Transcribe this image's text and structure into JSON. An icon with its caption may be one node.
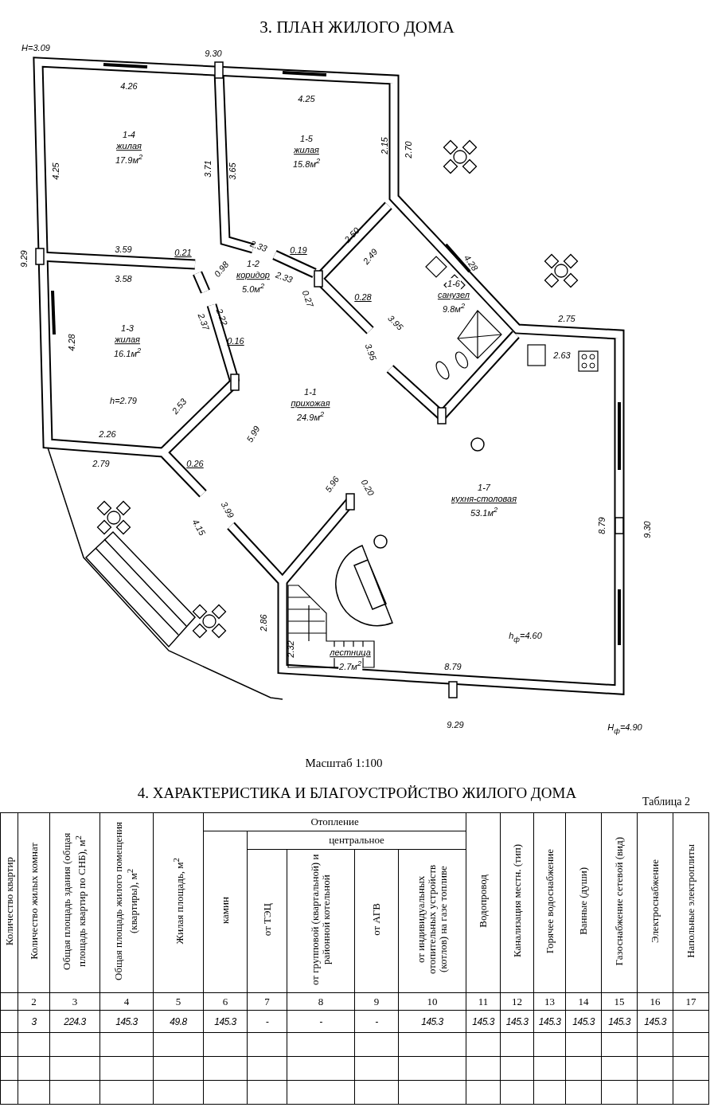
{
  "diagram": {
    "title": "3. ПЛАН ЖИЛОГО ДОМА",
    "nodes": [
      {
        "text": [
          "1-4",
          "жилая",
          "17.9м$^{2}$"
        ]
      },
      {
        "text": [
          "1-5",
          "жилая",
          "15.8м$^{2}$"
        ]
      },
      {
        "text": [
          "1-2",
          "коридор",
          "5.0м$^{2}$"
        ]
      },
      {
        "text": [
          "1-6",
          "санузел",
          "9.8м$^{2}$"
        ]
      },
      {
        "text": [
          "1-3",
          "жилая",
          "16.1м$^{2}$"
        ]
      },
      {
        "text": [
          "1-1",
          "прихожая",
          "24.9м$^{2}$"
        ]
      },
      {
        "text": [
          "1-7",
          "кухня-столовая",
          "53.1м$^{2}$"
        ]
      },
      {
        "text": [
          "лестница",
          "2.7м$^{2}$"
        ]
      }
    ],
    "labels": [
      "H=3.09",
      "9.30",
      "4.26",
      "4.25",
      "4.25",
      "3.71",
      "3.65",
      "2.15",
      "2.70",
      "9.29",
      "3.59",
      "0.21",
      "0.98",
      "2.33",
      "2.33",
      "0.19",
      "2.50",
      "2.49",
      "4.28",
      "3.58",
      "0.27",
      "0.28",
      "2.37",
      "2.22",
      "3.95",
      "2.75",
      "4.28",
      "0.16",
      "3.95",
      "2.63",
      "h=2.79",
      "2.53",
      "5.99",
      "2.26",
      "2.79",
      "0.26",
      "5.96",
      "0.20",
      "3.99",
      "4.15",
      "8.79",
      "9.30",
      "2.86",
      "2.32",
      "h$_{ф}$=4.60",
      "8.79",
      "9.29",
      "H$_{ф}$=4.90",
      "Масштаб 1:100",
      "4. ХАРАКТЕРИСТИКА И БЛАГОУСТРОЙСТВО ЖИЛОГО ДОМА",
      "Таблица 2",
      "Количество квартир",
      "Количество жилых комнат",
      "Общая площадь здания (общая площадь квартир по СНБ), м$^{2}$",
      "Общая площадь жилого помещения (квартиры), м$^{2}$",
      "Жилая площадь, м$^{2}$",
      "Отопление",
      "Водопровод",
      "Канализация местн. (тип)",
      "Горячее водоснабжение",
      "Ванные (души)",
      "Газоснабжение сетевой (вид)",
      "Электроснабжение",
      "Напольные электроплиты",
      "камин",
      "центральное",
      "от ТЭЦ",
      "от групповой (квартальной) и районной котельной",
      "от АГВ",
      "от индивидуальных отопительных устройств (котлов) на газе топливе",
      "2",
      "3",
      "4",
      "5",
      "6",
      "7",
      "8",
      "9",
      "10",
      "11",
      "12",
      "13",
      "14",
      "15",
      "16",
      "17",
      "3",
      "224.3",
      "145.3",
      "49.8",
      "145.3",
      "-",
      "-",
      "-",
      "145.3",
      "145.3",
      "145.3",
      "145.3",
      "145.3",
      "145.3",
      "145.3"
    ]
  }
}
